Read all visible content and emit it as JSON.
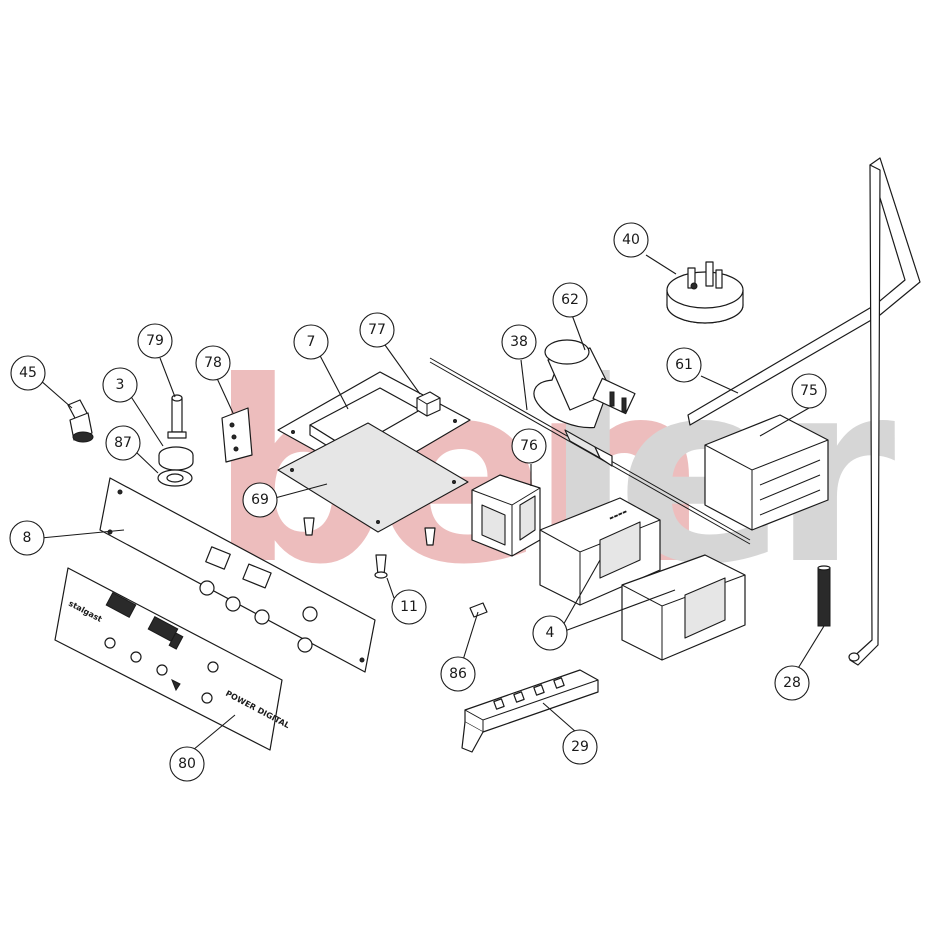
{
  "watermark": {
    "text_left": "ben",
    "text_right": "ler",
    "color_left": "#e8a8a8",
    "color_right": "#c9c9c9"
  },
  "panel": {
    "brand": "stalgast",
    "model": "POWER DIGITAL"
  },
  "callouts": [
    {
      "label": "45"
    },
    {
      "label": "3"
    },
    {
      "label": "79"
    },
    {
      "label": "78"
    },
    {
      "label": "87"
    },
    {
      "label": "8"
    },
    {
      "label": "7"
    },
    {
      "label": "77"
    },
    {
      "label": "69"
    },
    {
      "label": "38"
    },
    {
      "label": "62"
    },
    {
      "label": "40"
    },
    {
      "label": "76"
    },
    {
      "label": "61"
    },
    {
      "label": "75"
    },
    {
      "label": "11"
    },
    {
      "label": "4"
    },
    {
      "label": "86"
    },
    {
      "label": "29"
    },
    {
      "label": "28"
    },
    {
      "label": "80"
    }
  ],
  "colors": {
    "line": "#1a1a1a",
    "background": "#ffffff"
  }
}
